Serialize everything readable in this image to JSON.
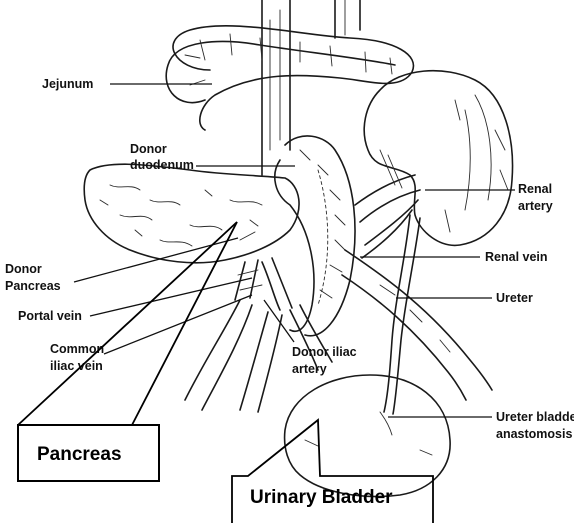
{
  "labels": {
    "jejunum": "Jejunum",
    "donor_duodenum_1": "Donor",
    "donor_duodenum_2": "duodenum",
    "renal_artery_1": "Renal",
    "renal_artery_2": "artery",
    "renal_vein": "Renal vein",
    "donor_pancreas_1": "Donor",
    "donor_pancreas_2": "Pancreas",
    "ureter": "Ureter",
    "portal_vein": "Portal vein",
    "common_iliac_vein_1": "Common",
    "common_iliac_vein_2": "iliac vein",
    "donor_iliac_artery_1": "Donor iliac",
    "donor_iliac_artery_2": "artery",
    "ureter_bladder_anastomosis_1": "Ureter bladder",
    "ureter_bladder_anastomosis_2": "anastomosis"
  },
  "callouts": {
    "pancreas": "Pancreas",
    "urinary_bladder": "Urinary Bladder"
  }
}
